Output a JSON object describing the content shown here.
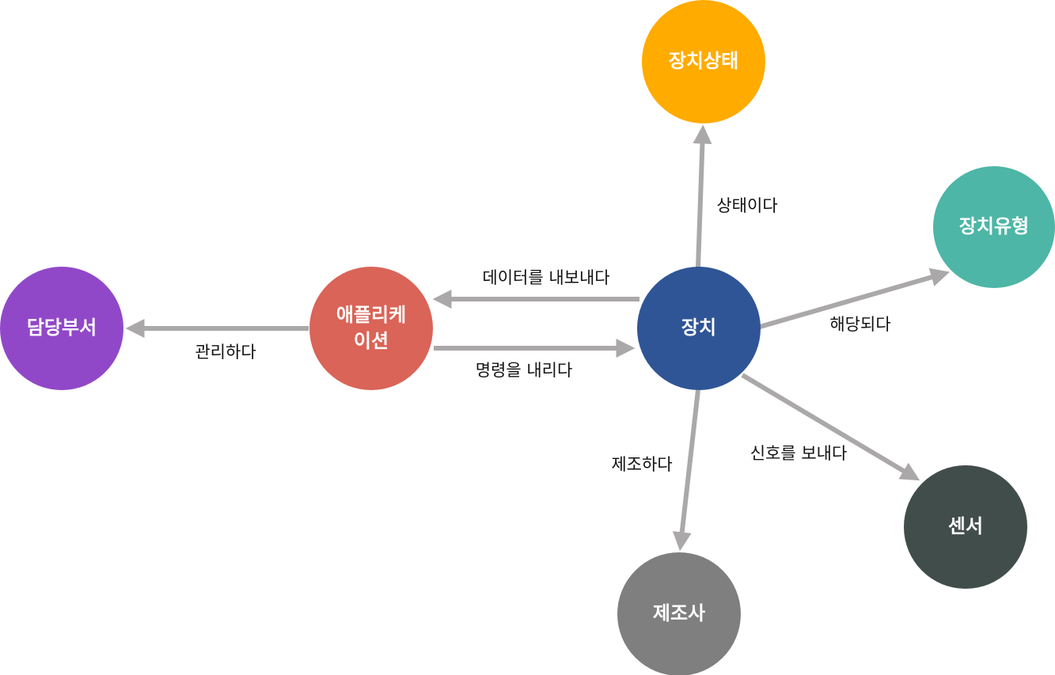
{
  "colors": {
    "edge": "#aaa8a8",
    "node_text": "#ffffff",
    "edge_text": "#111111"
  },
  "nodes": {
    "device": {
      "label": "장치",
      "color": "#2f5596"
    },
    "device_status": {
      "label": "장치상태",
      "color": "#ffab00"
    },
    "device_type": {
      "label": "장치유형",
      "color": "#4db6a6"
    },
    "sensor": {
      "label": "센서",
      "color": "#414d4a"
    },
    "manufacturer": {
      "label": "제조사",
      "color": "#7f7f7f"
    },
    "application": {
      "label_line1": "애플리케",
      "label_line2": "이션",
      "color": "#d96457"
    },
    "department": {
      "label": "담당부서",
      "color": "#9148c8"
    }
  },
  "edges": {
    "is_status": "상태이다",
    "belongs_to_type": "해당되다",
    "sends_signal": "신호를 보내다",
    "manufactures": "제조하다",
    "exports_data": "데이터를 내보내다",
    "issues_command": "명령을 내리다",
    "manages": "관리하다"
  }
}
